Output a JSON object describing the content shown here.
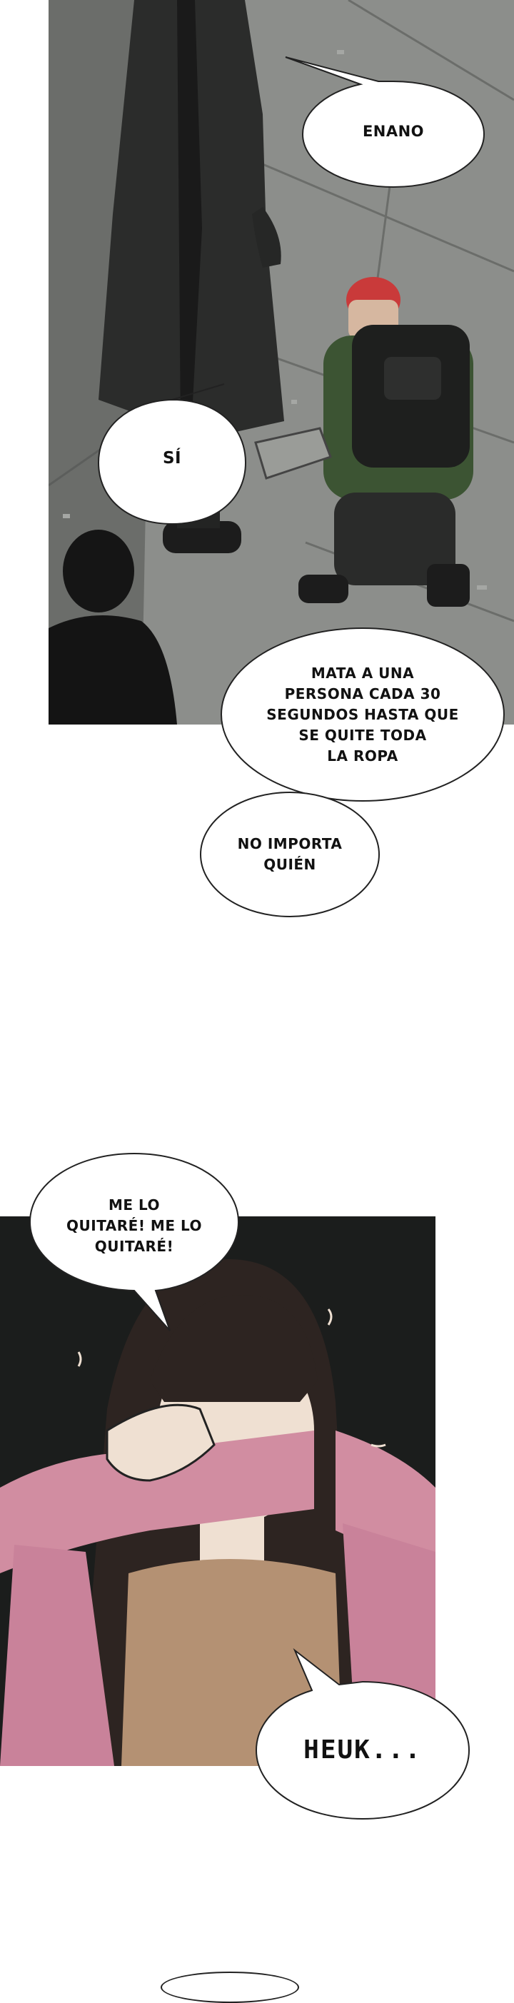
{
  "bubbles": {
    "enano": "ENANO",
    "si": "SÍ",
    "mata": "MATA A UNA\nPERSONA CADA 30\nSEGUNDOS HASTA QUE\nSE QUITE TODA\nLA ROPA",
    "no_importa": "NO IMPORTA\nQUIÉN",
    "me_lo_quitare": "ME LO\nQUITARÉ! ME LO\nQUITARÉ!",
    "heuk": "HEUK..."
  },
  "colors": {
    "panel_bg_top": "#0b0b0b",
    "street": "#8d8f8c",
    "coat": "#2a2b2a",
    "jacket_green": "#3c5433",
    "red_hair": "#c93a3a",
    "pink_sleeve": "#d18da1",
    "hair_dark": "#2c2320",
    "skin": "#efe0d2",
    "top_tan": "#b49173"
  }
}
